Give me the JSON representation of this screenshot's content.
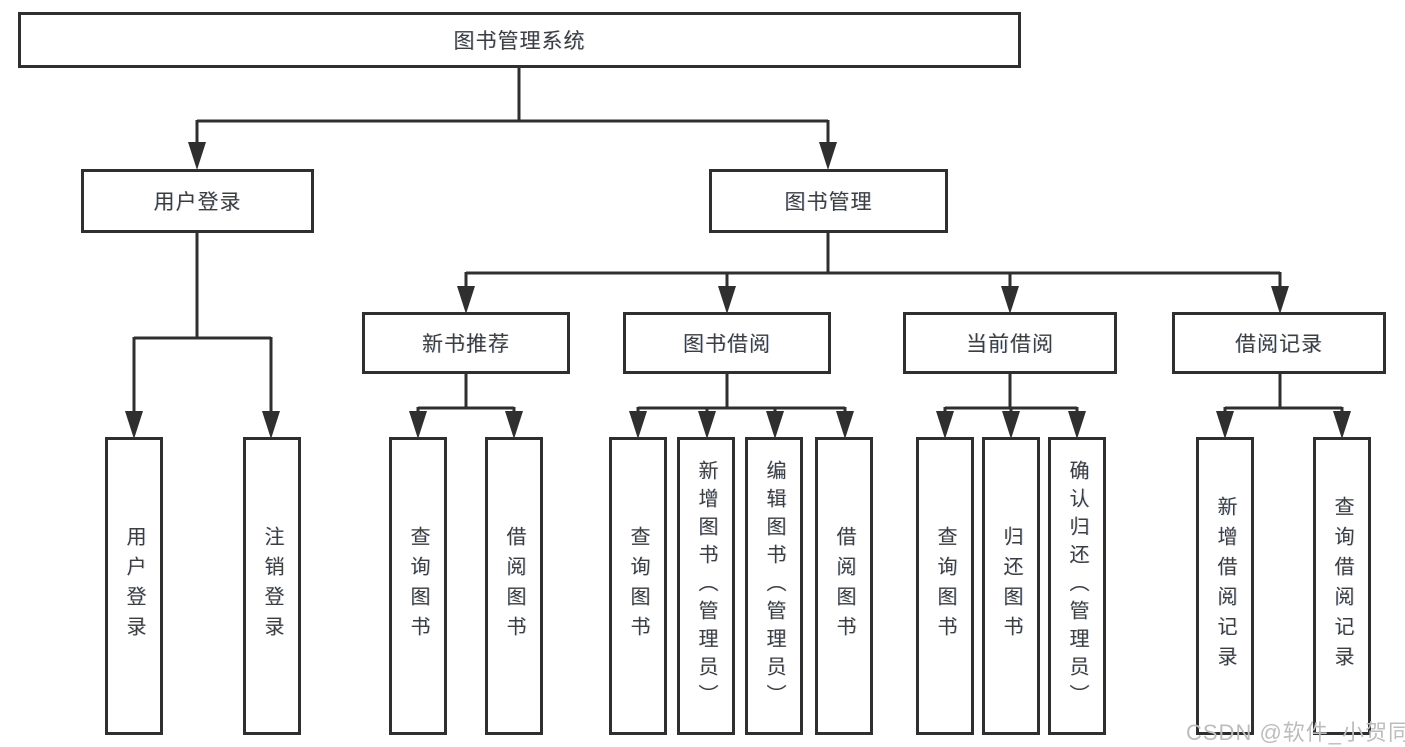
{
  "tree": {
    "root": "图书管理系统",
    "branches": [
      {
        "label": "用户登录",
        "leaves": [
          "用户登录",
          "注销登录"
        ]
      },
      {
        "label": "图书管理",
        "groups": [
          {
            "label": "新书推荐",
            "leaves": [
              "查询图书",
              "借阅图书"
            ]
          },
          {
            "label": "图书借阅",
            "leaves": [
              "查询图书",
              "新增图书（管理员）",
              "编辑图书（管理员）",
              "借阅图书"
            ]
          },
          {
            "label": "当前借阅",
            "leaves": [
              "查询图书",
              "归还图书",
              "确认归还（管理员）"
            ]
          },
          {
            "label": "借阅记录",
            "leaves": [
              "新增借阅记录",
              "查询借阅记录"
            ]
          }
        ]
      }
    ]
  },
  "watermark": {
    "text": "CSDN @软件_小贺同学"
  },
  "colors": {
    "line": "#2f2f2f",
    "text": "#3d3d3d",
    "background": "#ffffff",
    "watermark": "#bdbdbd"
  }
}
